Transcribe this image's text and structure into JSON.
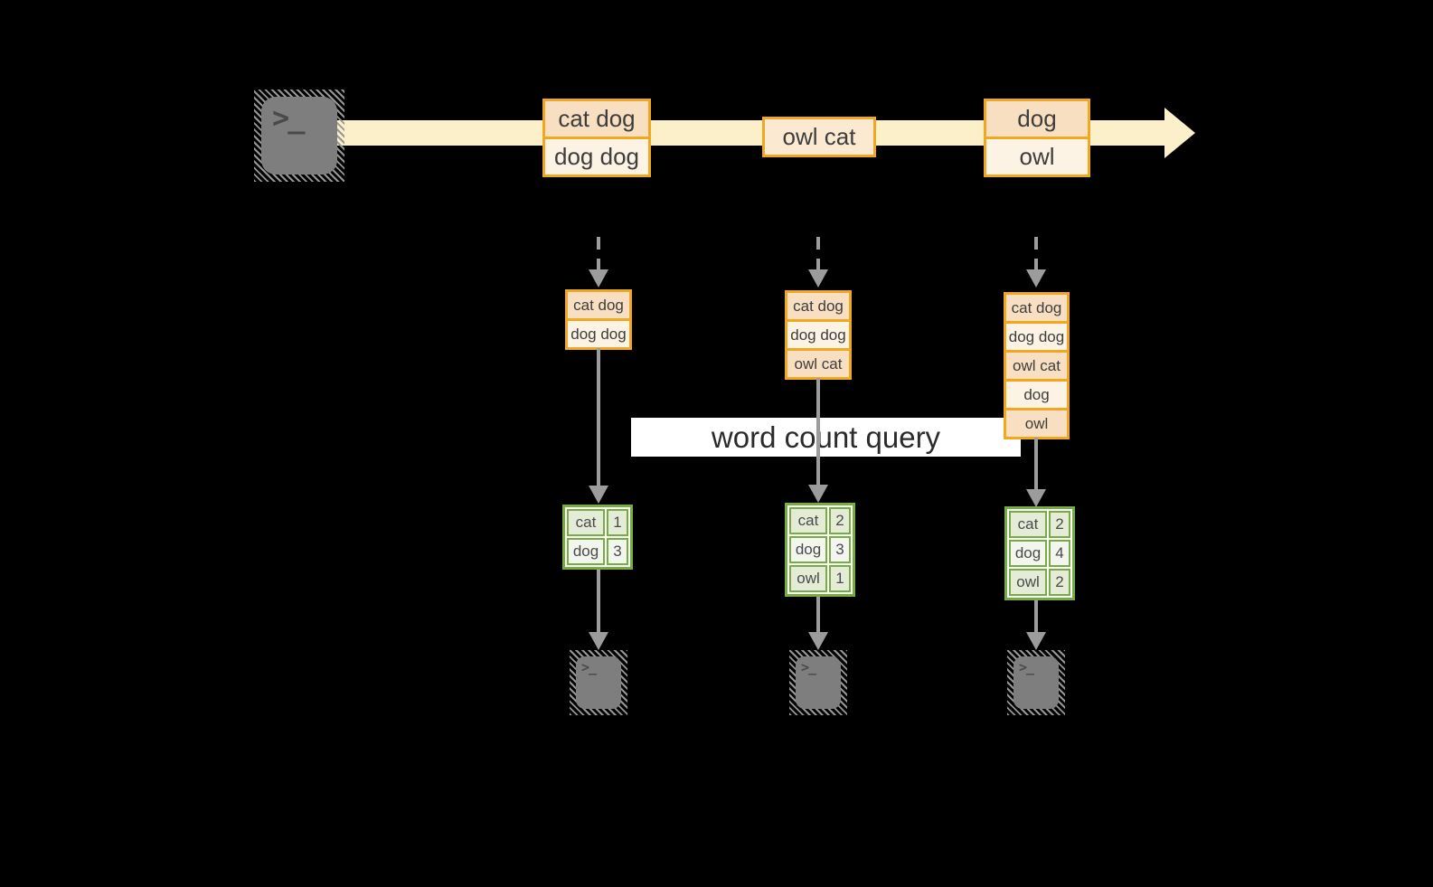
{
  "stream": {
    "events": [
      {
        "lines": [
          "cat dog",
          "dog dog"
        ]
      },
      {
        "lines": [
          "owl cat"
        ]
      },
      {
        "lines": [
          "dog",
          "owl"
        ]
      }
    ]
  },
  "query": {
    "label": "word count query"
  },
  "columns": [
    {
      "input": [
        "cat dog",
        "dog dog"
      ],
      "result": [
        {
          "word": "cat",
          "count": "1"
        },
        {
          "word": "dog",
          "count": "3"
        }
      ]
    },
    {
      "input": [
        "cat dog",
        "dog dog",
        "owl cat"
      ],
      "result": [
        {
          "word": "cat",
          "count": "2"
        },
        {
          "word": "dog",
          "count": "3"
        },
        {
          "word": "owl",
          "count": "1"
        }
      ]
    },
    {
      "input": [
        "cat dog",
        "dog dog",
        "owl cat",
        "dog",
        "owl"
      ],
      "result": [
        {
          "word": "cat",
          "count": "2"
        },
        {
          "word": "dog",
          "count": "4"
        },
        {
          "word": "owl",
          "count": "2"
        }
      ]
    }
  ],
  "icons": {
    "terminal_glyph": ">_"
  },
  "colors": {
    "background": "#000000",
    "stream_band": "#FCF0CA",
    "box_border": "#F0A820",
    "box_fill_dark": "#F9DFC1",
    "box_fill_light": "#FDF3E4",
    "table_border": "#75AD43",
    "table_row_green": "#E4ECD8",
    "table_row_white": "#F3F6EE",
    "arrow_gray": "#9C9C9C",
    "terminal_gray": "#7E7E7E",
    "query_label_bg": "#FFFFFF"
  }
}
